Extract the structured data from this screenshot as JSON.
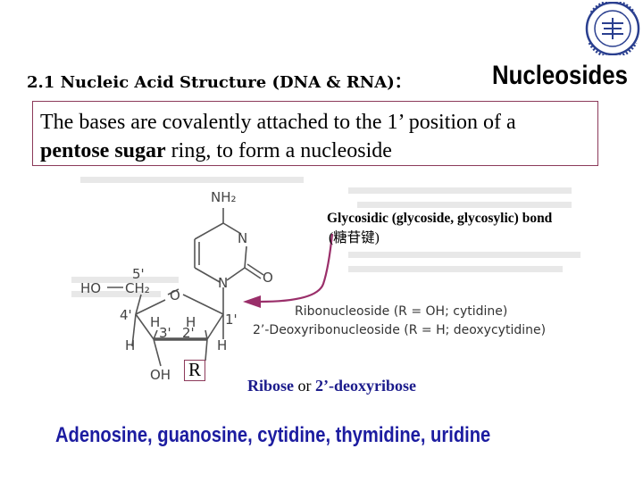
{
  "title": {
    "main": "2.1 Nucleic Acid Structure (DNA & RNA)：",
    "sub": "Nucleosides"
  },
  "definition": {
    "part1": "The bases are covalently attached to the 1’ position of a",
    "bold": "pentose sugar",
    "part2": " ring, to form a nucleoside"
  },
  "bond": {
    "label": "Glycosidic (glycoside, glycosylic) bond",
    "chinese": "(糖苷键)"
  },
  "figure": {
    "ribo": "Ribonucleoside (R = OH; cytidine)",
    "deoxy": "2’-Deoxyribonucleoside (R = H; deoxycytidine)",
    "r_marker": "R",
    "atoms": {
      "nh2": "NH₂",
      "n3": "N",
      "n1": "N",
      "o2": "O",
      "ho": "HO",
      "ch2": "CH₂",
      "ring_o": "O",
      "c5": "5'",
      "c4": "4'",
      "c3": "3'",
      "c2": "2'",
      "c1": "1'",
      "h": "H",
      "oh": "OH"
    }
  },
  "sugar": {
    "ribose": "Ribose",
    "or": "or",
    "deoxyribose": "2’-deoxyribose"
  },
  "examples": "Adenosine, guanosine, cytidine, thymidine, uridine",
  "colors": {
    "accent_box": "#8c3a5a",
    "arrow": "#9a2f6a",
    "blue_text": "#1c1ca0",
    "logo": "#2a3f8f"
  }
}
